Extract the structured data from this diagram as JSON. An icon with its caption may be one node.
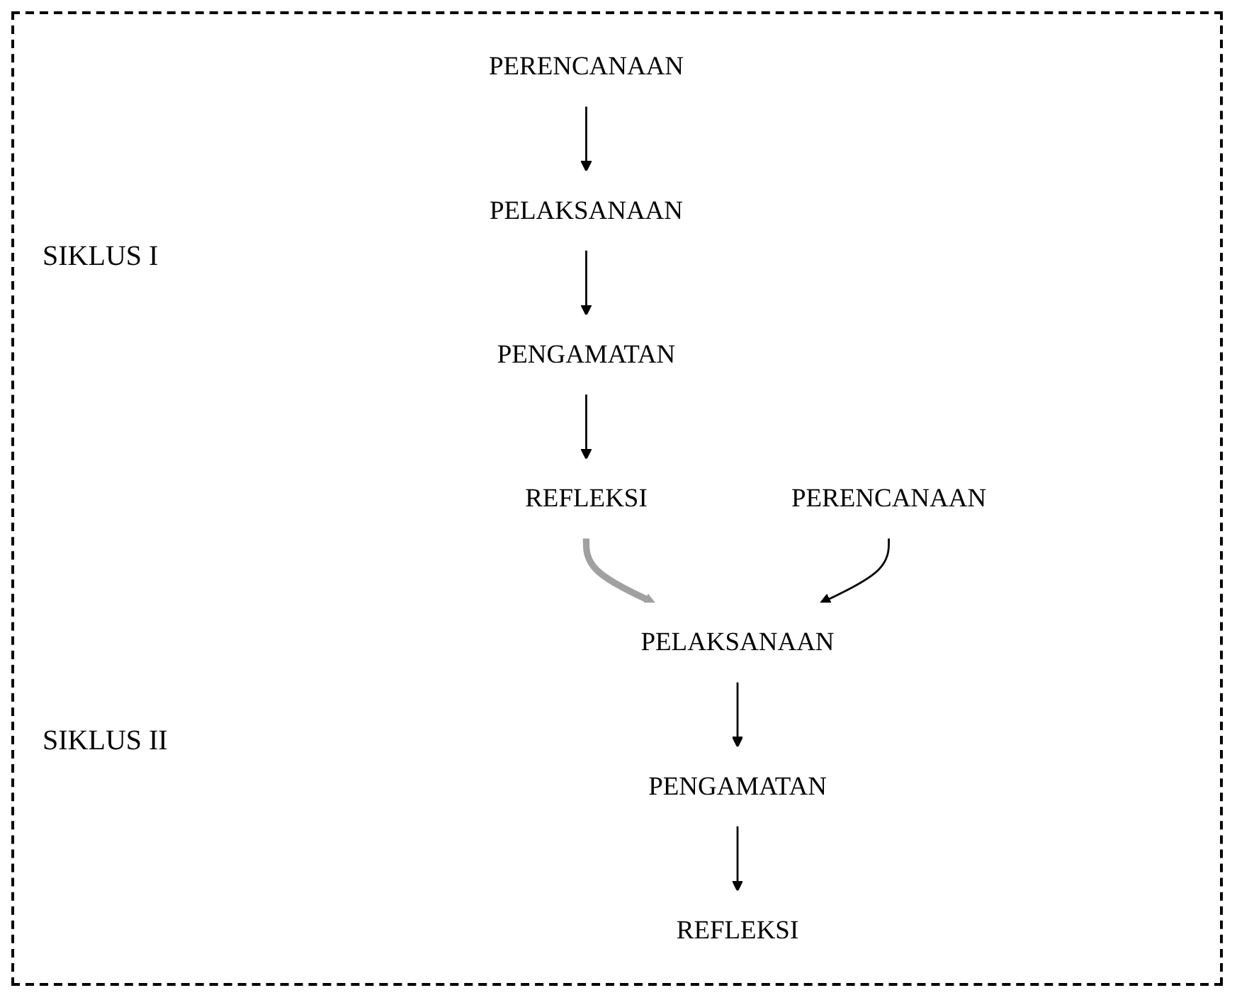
{
  "diagram": {
    "nodes": [
      {
        "text": [
          "PELAKSANAAN"
        ]
      },
      {
        "text": [
          "PERENCANAAN"
        ]
      },
      {
        "text": [
          "PENGAMATAN"
        ]
      },
      {
        "text": [
          "REFLEKSI"
        ]
      },
      {
        "text": [
          "PELAKSANAAN"
        ]
      },
      {
        "text": [
          "PERENCANAAN"
        ]
      },
      {
        "text": [
          "PENGAMATAN"
        ]
      },
      {
        "text": [
          "REFLEKSI"
        ]
      }
    ],
    "edges": [
      {
        "from": 1,
        "to": 0,
        "arrow": "to"
      },
      {
        "from": 0,
        "to": 2,
        "arrow": "to"
      },
      {
        "from": 2,
        "to": 3,
        "arrow": "to"
      },
      {
        "from": 3,
        "to": 4,
        "arrow": "to",
        "style": "thick",
        "color": "#a0a0a0"
      },
      {
        "from": 5,
        "to": 4,
        "arrow": "to"
      },
      {
        "from": 4,
        "to": 6,
        "arrow": "to"
      },
      {
        "from": 6,
        "to": 7,
        "arrow": "to"
      }
    ],
    "labels": [
      "SIKLUS I",
      "SIKLUS II"
    ]
  }
}
